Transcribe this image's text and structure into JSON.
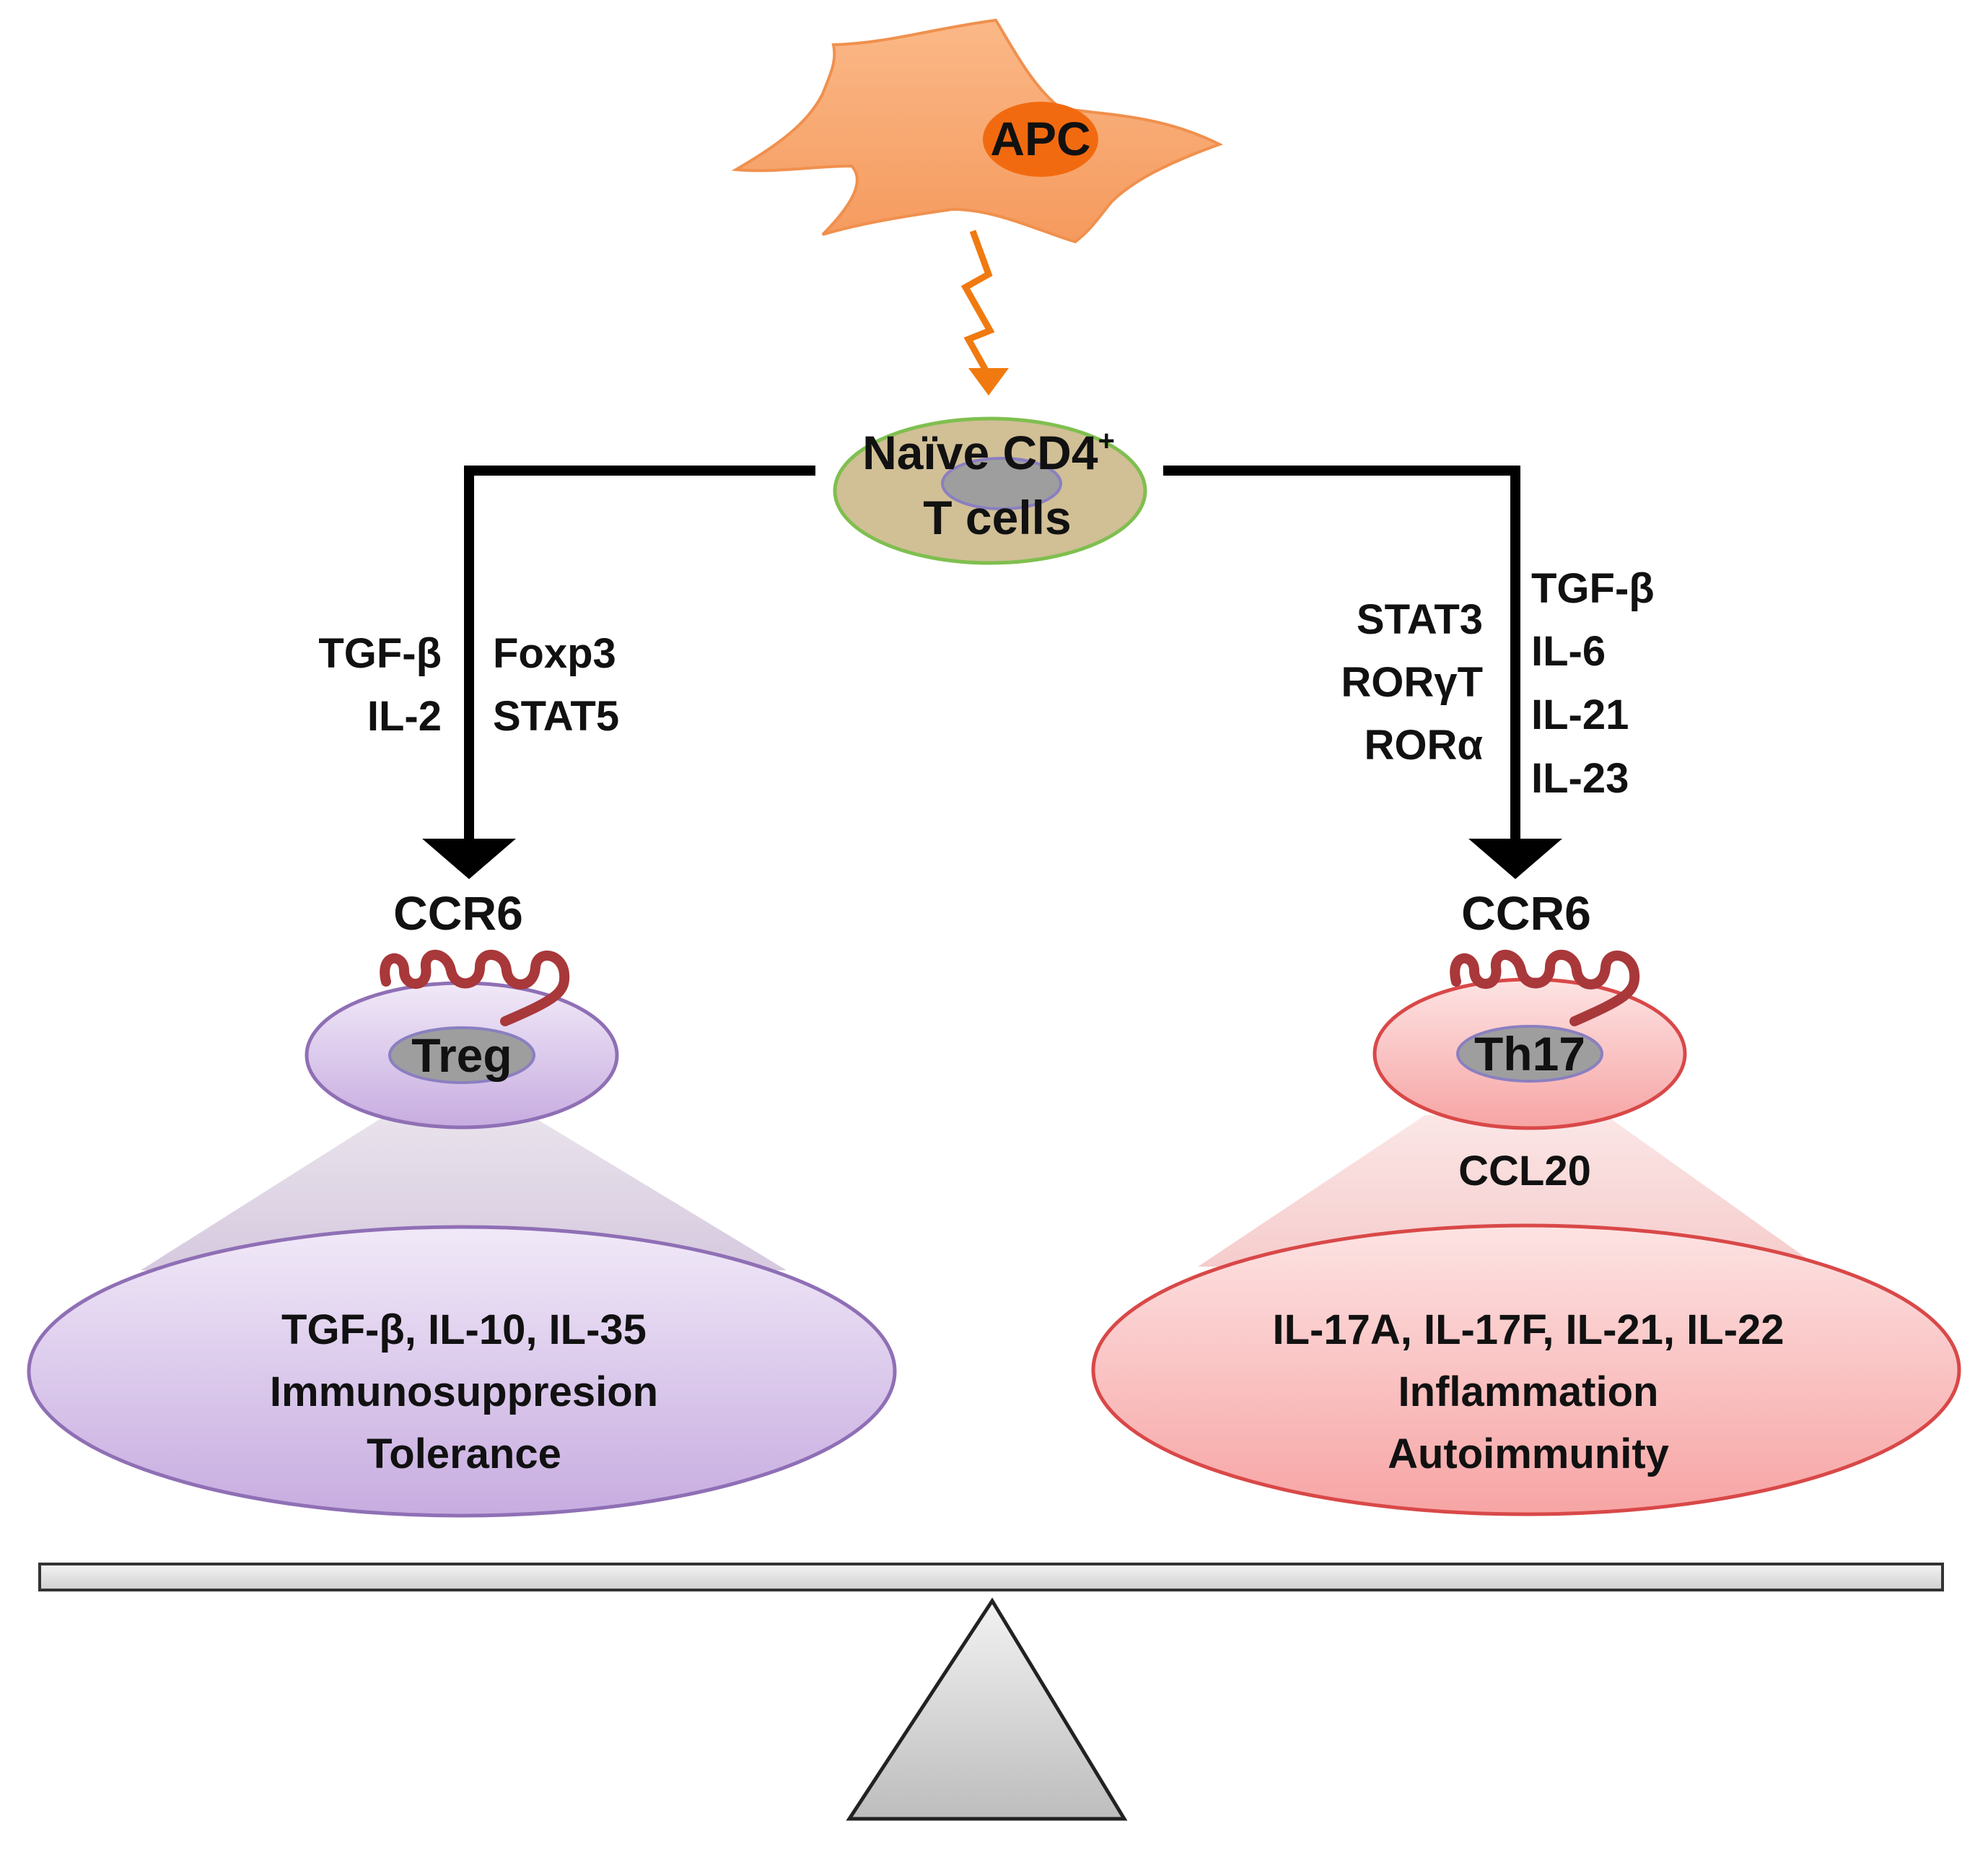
{
  "apc": {
    "label": "APC",
    "color": "#f7a36e",
    "nucleus_color": "#f26a10"
  },
  "naive": {
    "line1": "Naïve CD4",
    "sup": "+",
    "line2": "T cells",
    "fill": "#d1bf96",
    "border": "#7fbf4f"
  },
  "treg_branch": {
    "cytokines": [
      "TGF-β",
      "IL-2"
    ],
    "factors": [
      "Foxp3",
      "STAT5"
    ],
    "receptor": "CCR6",
    "cell_label": "Treg",
    "outputs": [
      "TGF-β, IL-10, IL-35",
      "Immunosuppresion",
      "Tolerance"
    ],
    "color": "#c9b0e0"
  },
  "th17_branch": {
    "factors": [
      "STAT3",
      "RORγT",
      "RORα"
    ],
    "cytokines": [
      "TGF-β",
      "IL-6",
      "IL-21",
      "IL-23"
    ],
    "receptor": "CCR6",
    "cell_label": "Th17",
    "ligand": "CCL20",
    "outputs": [
      "IL-17A, IL-17F, IL-21, IL-22",
      "Inflammation",
      "Autoimmunity"
    ],
    "color": "#f5a3a3"
  },
  "arrow_color": "#f07a10",
  "receptor_color": "#a8383a"
}
